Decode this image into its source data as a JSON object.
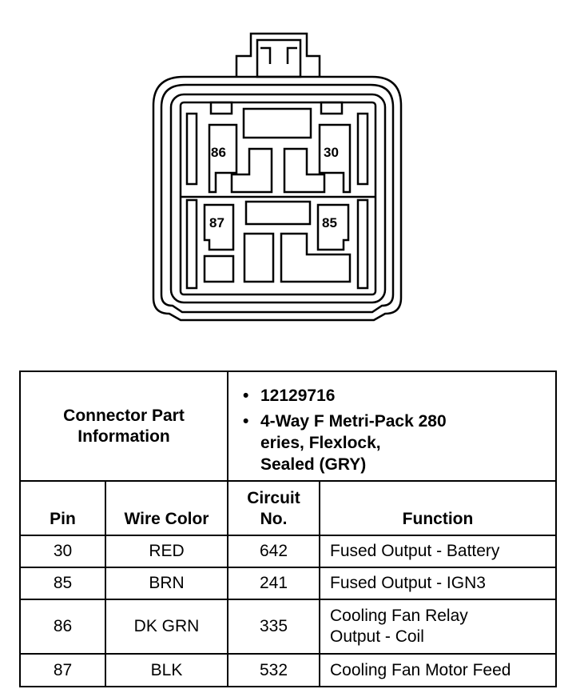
{
  "connector": {
    "pins": [
      "86",
      "30",
      "87",
      "85"
    ]
  },
  "info": {
    "heading": "Connector Part Information",
    "part_number": "12129716",
    "description_line1": "4-Way F Metri-Pack 280",
    "description_line2": "eries, Flexlock,",
    "description_line3": "Sealed (GRY)"
  },
  "columns": {
    "pin": "Pin",
    "wire_color": "Wire Color",
    "circuit_line1": "Circuit",
    "circuit_line2": "No.",
    "function": "Function"
  },
  "rows": [
    {
      "pin": "30",
      "wire_color": "RED",
      "circuit": "642",
      "function_line1": "Fused Output - Battery",
      "function_line2": ""
    },
    {
      "pin": "85",
      "wire_color": "BRN",
      "circuit": "241",
      "function_line1": "Fused Output - IGN3",
      "function_line2": ""
    },
    {
      "pin": "86",
      "wire_color": "DK GRN",
      "circuit": "335",
      "function_line1": "Cooling Fan Relay",
      "function_line2": "Output - Coil"
    },
    {
      "pin": "87",
      "wire_color": "BLK",
      "circuit": "532",
      "function_line1": "Cooling Fan Motor Feed",
      "function_line2": ""
    }
  ]
}
